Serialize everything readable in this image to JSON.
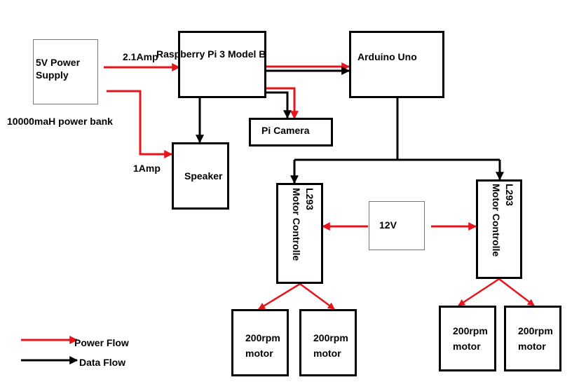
{
  "power_supply": {
    "label": "5V Power Supply",
    "sublabel": "10000maH power bank"
  },
  "raspberry_pi": {
    "label": "Raspberry Pi 3 Model B"
  },
  "arduino": {
    "label": "Arduino Uno"
  },
  "pi_camera": {
    "label": "Pi Camera"
  },
  "speaker": {
    "label": "Speaker"
  },
  "supply_12v": {
    "label": "12V"
  },
  "motor_controller_left": {
    "line1": "L293",
    "line2": "Motor Controlle"
  },
  "motor_controller_right": {
    "line1": "L293",
    "line2": "Motor Controlle"
  },
  "motors": [
    {
      "line1": "200rpm",
      "line2": "motor"
    },
    {
      "line1": "200rpm",
      "line2": "motor"
    },
    {
      "line1": "200rpm",
      "line2": "motor"
    },
    {
      "line1": "200rpm",
      "line2": "motor"
    }
  ],
  "flow_labels": {
    "amp_pi": "2.1Amp",
    "amp_speaker": "1Amp"
  },
  "legend": {
    "power": "Power Flow",
    "data": "Data Flow"
  },
  "colors": {
    "power": "#e8141b",
    "data": "#000000"
  }
}
